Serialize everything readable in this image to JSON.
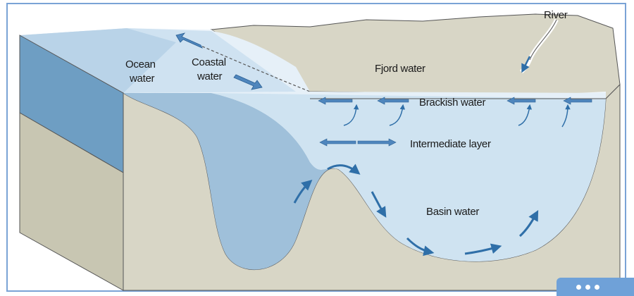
{
  "labels": {
    "river": "River",
    "ocean_l1": "Ocean",
    "ocean_l2": "water",
    "coastal_l1": "Coastal",
    "coastal_l2": "water",
    "fjord": "Fjord water",
    "brackish": "Brackish water",
    "intermediate": "Intermediate layer",
    "basin": "Basin water"
  },
  "colors": {
    "ocean_deep": "#9fc0da",
    "ocean_side": "#6e9ec3",
    "fjord_water": "#cfe3f1",
    "fjord_surface": "#eef5fb",
    "land": "#d8d6c6",
    "land_dark": "#c8c6b2",
    "arrow": "#2f6fa8",
    "border": "#7aa3d6"
  },
  "icons": {
    "more": "ellipsis-icon"
  }
}
